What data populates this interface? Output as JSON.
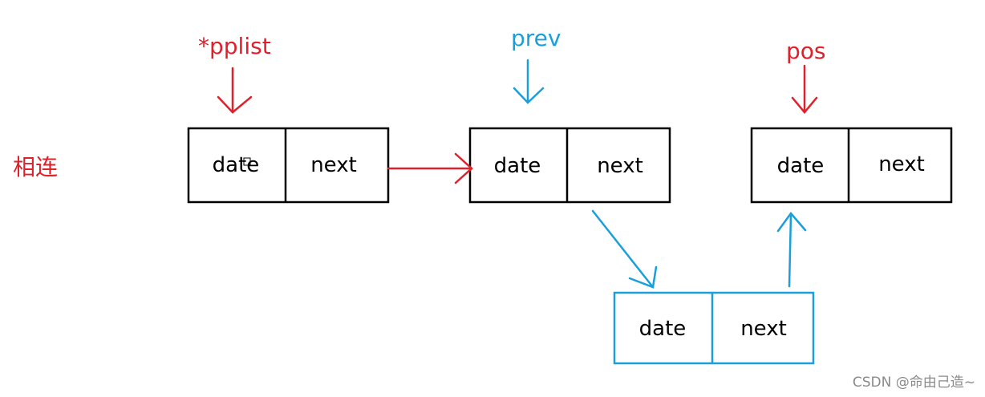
{
  "colors": {
    "red": "#e0202b",
    "blue": "#1a9fdc",
    "black": "#000000"
  },
  "side_label": "相连",
  "pointers": {
    "pplist": "*pplist",
    "prev": "prev",
    "pos": "pos"
  },
  "nodes": [
    {
      "date": "date",
      "next": "next"
    },
    {
      "date": "date",
      "next": "next"
    },
    {
      "date": "date",
      "next": "next"
    },
    {
      "date": "date",
      "next": "next"
    }
  ],
  "watermark": "CSDN @命由己造~"
}
